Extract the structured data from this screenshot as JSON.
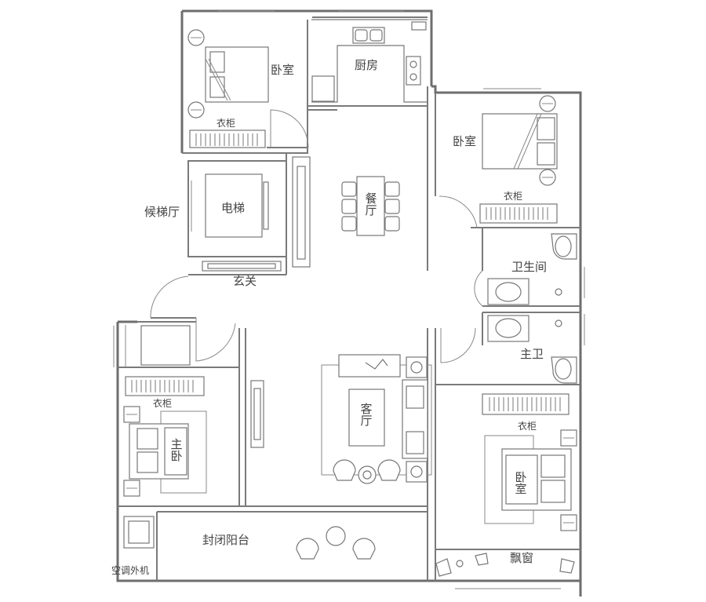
{
  "rooms": {
    "bedroom_nw": "卧室",
    "kitchen": "厨房",
    "bedroom_ne": "卧室",
    "elevator": "电梯",
    "elevator_lobby": "候梯厅",
    "dining": "餐厅",
    "entrance": "玄关",
    "bathroom": "卫生间",
    "master_bath": "主卫",
    "living": "客厅",
    "master_bedroom": "主卧",
    "bedroom_se": "卧室",
    "balcony": "封闭阳台",
    "bay_window": "飘窗",
    "ac_unit": "空调外机"
  },
  "wardrobes": {
    "nw": "衣柜",
    "ne": "衣柜",
    "master": "衣柜",
    "se": "衣柜"
  },
  "colors": {
    "wall": "#7a7a7a",
    "furniture": "#777777",
    "text": "#444444"
  }
}
